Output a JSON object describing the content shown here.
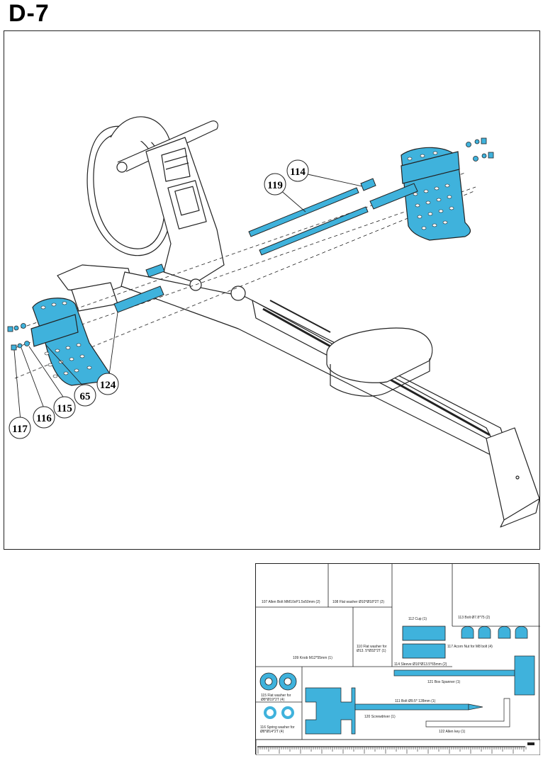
{
  "step": {
    "title": "D-7"
  },
  "callouts": [
    {
      "id": "c114",
      "label": "114"
    },
    {
      "id": "c119",
      "label": "119"
    },
    {
      "id": "c124",
      "label": "124"
    },
    {
      "id": "c65",
      "label": "65"
    },
    {
      "id": "c115",
      "label": "115"
    },
    {
      "id": "c116",
      "label": "116"
    },
    {
      "id": "c117",
      "label": "117"
    }
  ],
  "parts": {
    "p107": "107 Allen Bolt  MM10xP1.5x50mm  (2)",
    "p108": "108 Flat washer Ø10*Ø18*2T  (2)",
    "p112": "112 Cup  (1)",
    "p113": "113 Bolt  Ø7.8*75  (2)",
    "p109": "109 Knob M12*55mm (1)",
    "p110a": "110 Flat washer for",
    "p110b": "Ø13. 5*Ø32*2T  (1)",
    "p117": "117 Acorn Nut for M8 bolt  (4)",
    "p114": "114 Sleeve Ø16*Ø13.5*65mm  (2)",
    "p121": "121 Box  Spanner  (1)",
    "p115a": "115 Flat washer for",
    "p115b": "Ø8*Ø19*2T  (4)",
    "p111": "111 Bolt Ø9.5* 128mm  (1)",
    "p120": "120 Screwdriver  (1)",
    "p116a": "116 Spring washer for",
    "p116b": "Ø8*Ø14*2T  (4)",
    "p122": "122 Allen key  (1)"
  },
  "colors": {
    "accent": "#3fb2dc",
    "line": "#222222"
  }
}
